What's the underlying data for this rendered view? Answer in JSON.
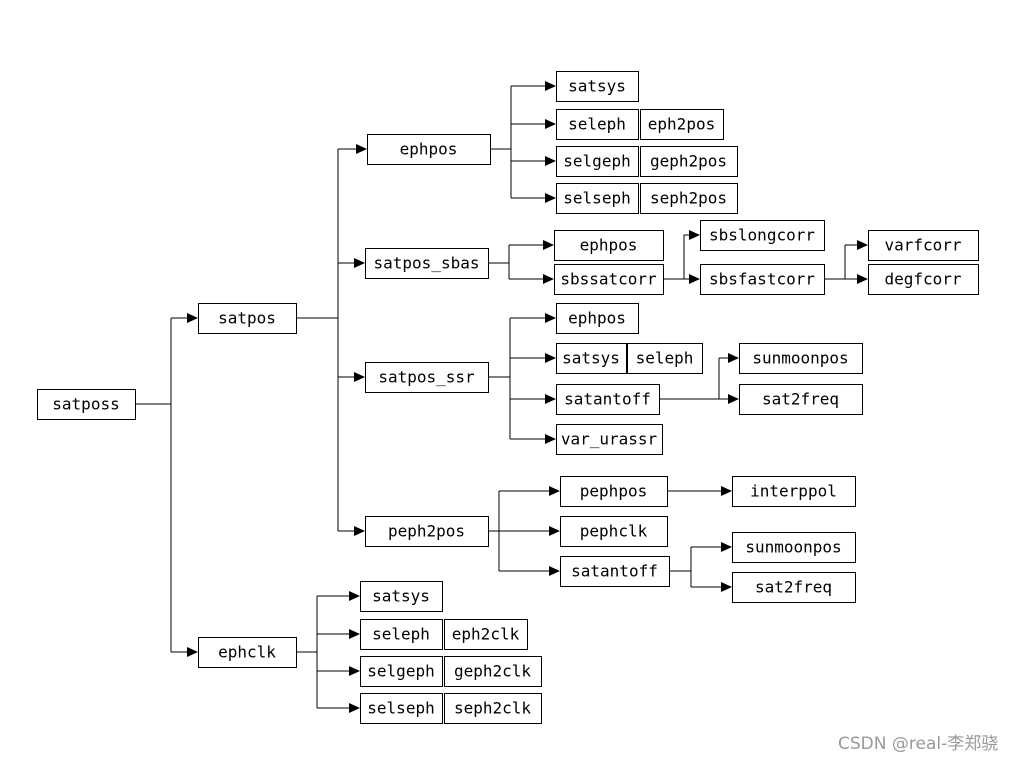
{
  "watermark": "CSDN @real-李郑骁",
  "nodes": {
    "satposs": "satposs",
    "satpos": "satpos",
    "ephclk": "ephclk",
    "ephpos_1": "ephpos",
    "satpos_sbas": "satpos_sbas",
    "satpos_ssr": "satpos_ssr",
    "peph2pos": "peph2pos",
    "satsys_1": "satsys",
    "seleph_1": "seleph",
    "eph2pos": "eph2pos",
    "selgeph_1": "selgeph",
    "geph2pos": "geph2pos",
    "selseph_1": "selseph",
    "seph2pos": "seph2pos",
    "ephpos_2": "ephpos",
    "sbssatcorr": "sbssatcorr",
    "sbslongcorr": "sbslongcorr",
    "sbsfastcorr": "sbsfastcorr",
    "varfcorr": "varfcorr",
    "degfcorr": "degfcorr",
    "ephpos_3": "ephpos",
    "satsys_2": "satsys",
    "seleph_2": "seleph",
    "satantoff_1": "satantoff",
    "sunmoonpos_1": "sunmoonpos",
    "sat2freq_1": "sat2freq",
    "var_urassr": "var_urassr",
    "pephpos": "pephpos",
    "interppol": "interppol",
    "pephclk": "pephclk",
    "satantoff_2": "satantoff",
    "sunmoonpos_2": "sunmoonpos",
    "sat2freq_2": "sat2freq",
    "satsys_3": "satsys",
    "seleph_3": "seleph",
    "eph2clk": "eph2clk",
    "selgeph_2": "selgeph",
    "geph2clk": "geph2clk",
    "selseph_2": "selseph",
    "seph2clk": "seph2clk"
  }
}
